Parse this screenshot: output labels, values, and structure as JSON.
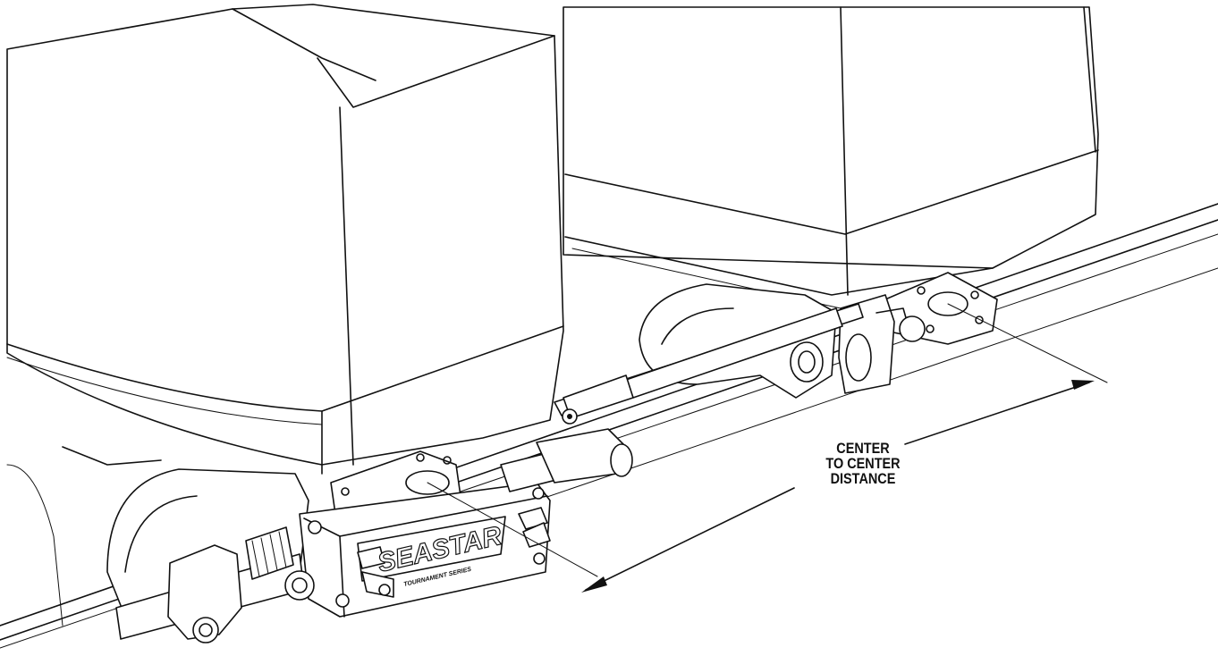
{
  "callout": {
    "line1": "CENTER",
    "line2": "TO CENTER",
    "line3": "DISTANCE"
  },
  "brand": {
    "name": "SEASTAR",
    "series": "TOURNAMENT SERIES"
  },
  "colors": {
    "ink": "#111111",
    "paper": "#ffffff"
  }
}
